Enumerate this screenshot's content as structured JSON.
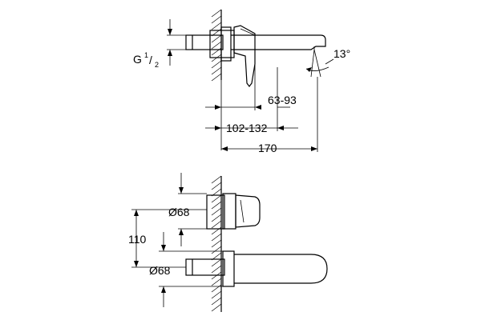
{
  "labels": {
    "thread_main": "G",
    "thread_num": "1",
    "thread_slash": "/",
    "thread_den": "2",
    "angle": "13°",
    "dim_63_93": "63-93",
    "dim_102_132": "102-132",
    "dim_170": "170",
    "dia_top": "Ø68",
    "dia_bottom": "Ø68",
    "dim_110": "110"
  }
}
